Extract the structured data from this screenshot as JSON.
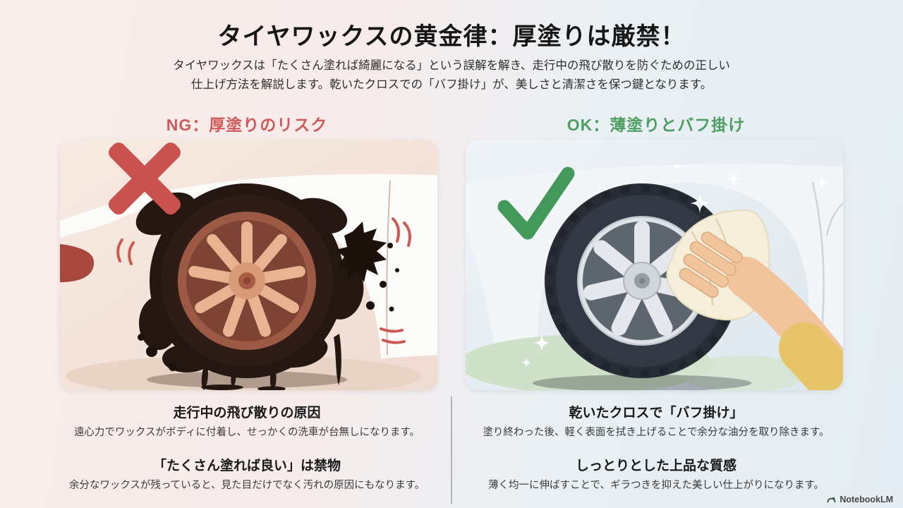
{
  "header": {
    "title": "タイヤワックスの黄金律：厚塗りは厳禁！",
    "subtitle_line1": "タイヤワックスは「たくさん塗れば綺麗になる」という誤解を解き、走行中の飛び散りを防ぐための正しい",
    "subtitle_line2": "仕上げ方法を解説します。乾いたクロスでの「バフ掛け」が、美しさと清潔さを保つ鍵となります。"
  },
  "ng": {
    "heading": "NG：厚塗りのリスク",
    "point1_title": "走行中の飛び散りの原因",
    "point1_body": "遠心力でワックスがボディに付着し、せっかくの洗車が台無しになります。",
    "point2_title": "「たくさん塗れば良い」は禁物",
    "point2_body": "余分なワックスが残っていると、見た目だけでなく汚れの原因にもなります。"
  },
  "ok": {
    "heading": "OK：薄塗りとバフ掛け",
    "point1_title": "乾いたクロスで「バフ掛け」",
    "point1_body": "塗り終わった後、軽く表面を拭き上げることで余分な油分を取り除きます。",
    "point2_title": "しっとりとした上品な質感",
    "point2_body": "薄く均一に伸ばすことで、ギラつきを抑えた美しい仕上がりになります。"
  },
  "colors": {
    "ng_accent": "#d05a5a",
    "ok_accent": "#4f9e63"
  },
  "footer": {
    "brand": "NotebookLM"
  }
}
